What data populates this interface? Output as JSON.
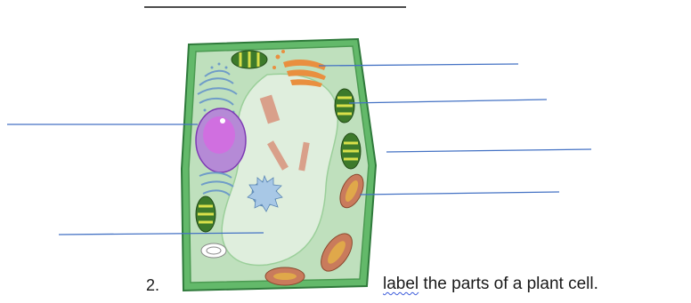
{
  "question": {
    "number": "2.",
    "instruction_first_word": "label",
    "instruction_rest": " the parts of a plant cell."
  },
  "colors": {
    "cell_wall": "#63b96a",
    "cytoplasm": "#bfe0bd",
    "vacuole": "#dfeedd",
    "nucleus": "#a24fd4",
    "chloroplast": "#3d7a2b",
    "mitochondrion": "#c97b5c",
    "golgi": "#e98f3f",
    "er": "#8fb7dc",
    "label_line": "#4472c4",
    "spellcheck_squiggle": "#3b5bdb"
  },
  "icons": [
    "cell-wall",
    "vacuole",
    "nucleus",
    "chloroplast",
    "mitochondrion",
    "golgi-apparatus",
    "endoplasmic-reticulum",
    "ribosome",
    "lysosome"
  ]
}
